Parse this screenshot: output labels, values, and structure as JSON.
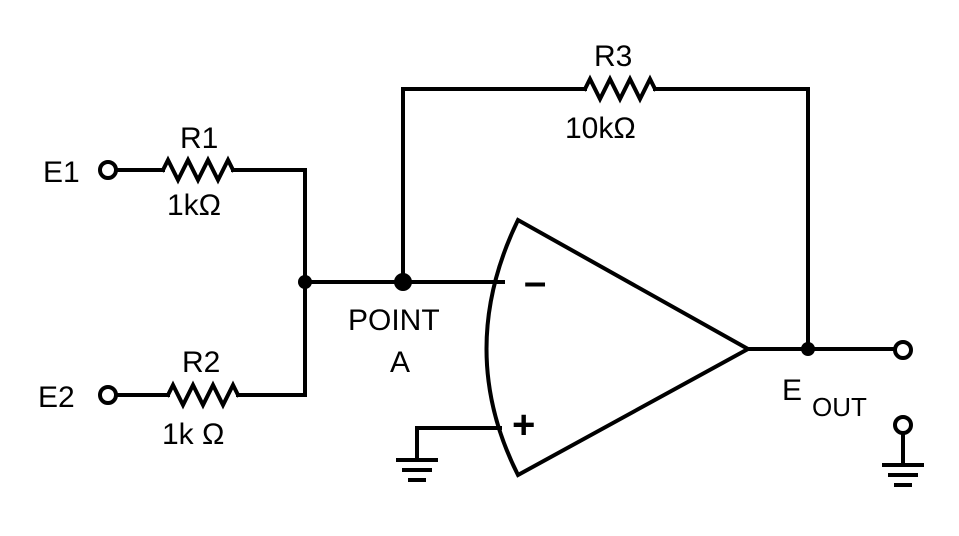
{
  "colors": {
    "ink": "#000000",
    "background": "#ffffff"
  },
  "inputs": {
    "e1": "E1",
    "e2": "E2"
  },
  "resistors": {
    "r1": {
      "name": "R1",
      "value": "1kΩ"
    },
    "r2": {
      "name": "R2",
      "value": "1k Ω"
    },
    "r3": {
      "name": "R3",
      "value": "10kΩ"
    }
  },
  "summing_node": {
    "line1": "POINT",
    "line2": "A"
  },
  "op_amp": {
    "inverting_sign": "–",
    "noninverting_sign": "+"
  },
  "output": {
    "label_main": "E",
    "label_sub": "OUT"
  },
  "icons": [
    "resistor-icon",
    "ground-icon",
    "op-amp-icon",
    "terminal-icon",
    "junction-dot-icon"
  ]
}
